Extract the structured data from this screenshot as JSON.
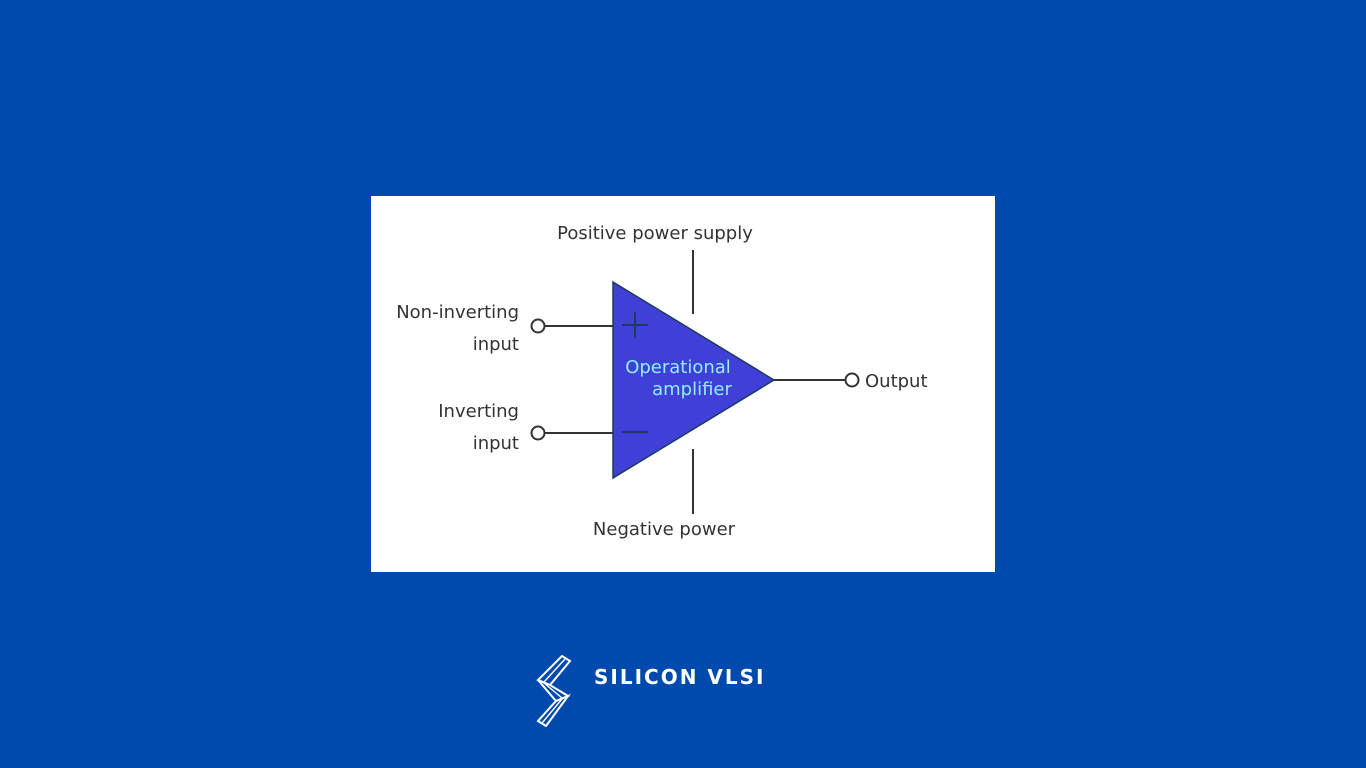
{
  "diagram": {
    "positive_supply_label": "Positive power supply",
    "negative_supply_label": "Negative power",
    "non_inverting_line1": "Non-inverting",
    "non_inverting_line2": "input",
    "inverting_line1": "Inverting",
    "inverting_line2": "input",
    "output_label": "Output",
    "opamp_line1": "Operational",
    "opamp_line2": "amplifier",
    "plus_symbol": "+",
    "minus_symbol": "—"
  },
  "brand": {
    "name": "SILICON VLSI",
    "logo_icon": "lightning-bolt-icon"
  },
  "colors": {
    "background": "#004aad",
    "card": "#ffffff",
    "opamp_fill": "#4040d8",
    "opamp_text": "#8ff0ff",
    "line": "#333333"
  }
}
